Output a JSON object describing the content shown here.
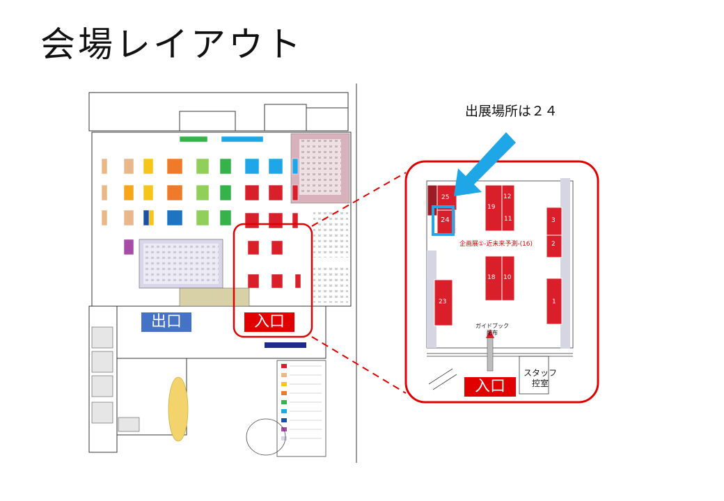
{
  "title": "会場レイアウト",
  "booth_note": "出展場所は２４",
  "main_map": {
    "entrance_label": "入口",
    "exit_label": "出口"
  },
  "zoom_panel": {
    "area_title": "企画展①-近未来予測-(16)",
    "entrance_label": "入口",
    "guidebook_label_1": "ガイドブック",
    "guidebook_label_2": "配布",
    "staff_room_label_1": "スタッフ",
    "staff_room_label_2": "控室",
    "booth_numbers": [
      "25",
      "24",
      "19",
      "12",
      "11",
      "18",
      "10",
      "23",
      "3",
      "2",
      "1"
    ],
    "highlighted_booth": "24"
  },
  "colors": {
    "accent_red": "#e00000",
    "booth_red": "#d9202a",
    "exit_blue": "#4472c4",
    "arrow_blue": "#1ea6e6",
    "highlight_blue": "#25a6e6"
  }
}
